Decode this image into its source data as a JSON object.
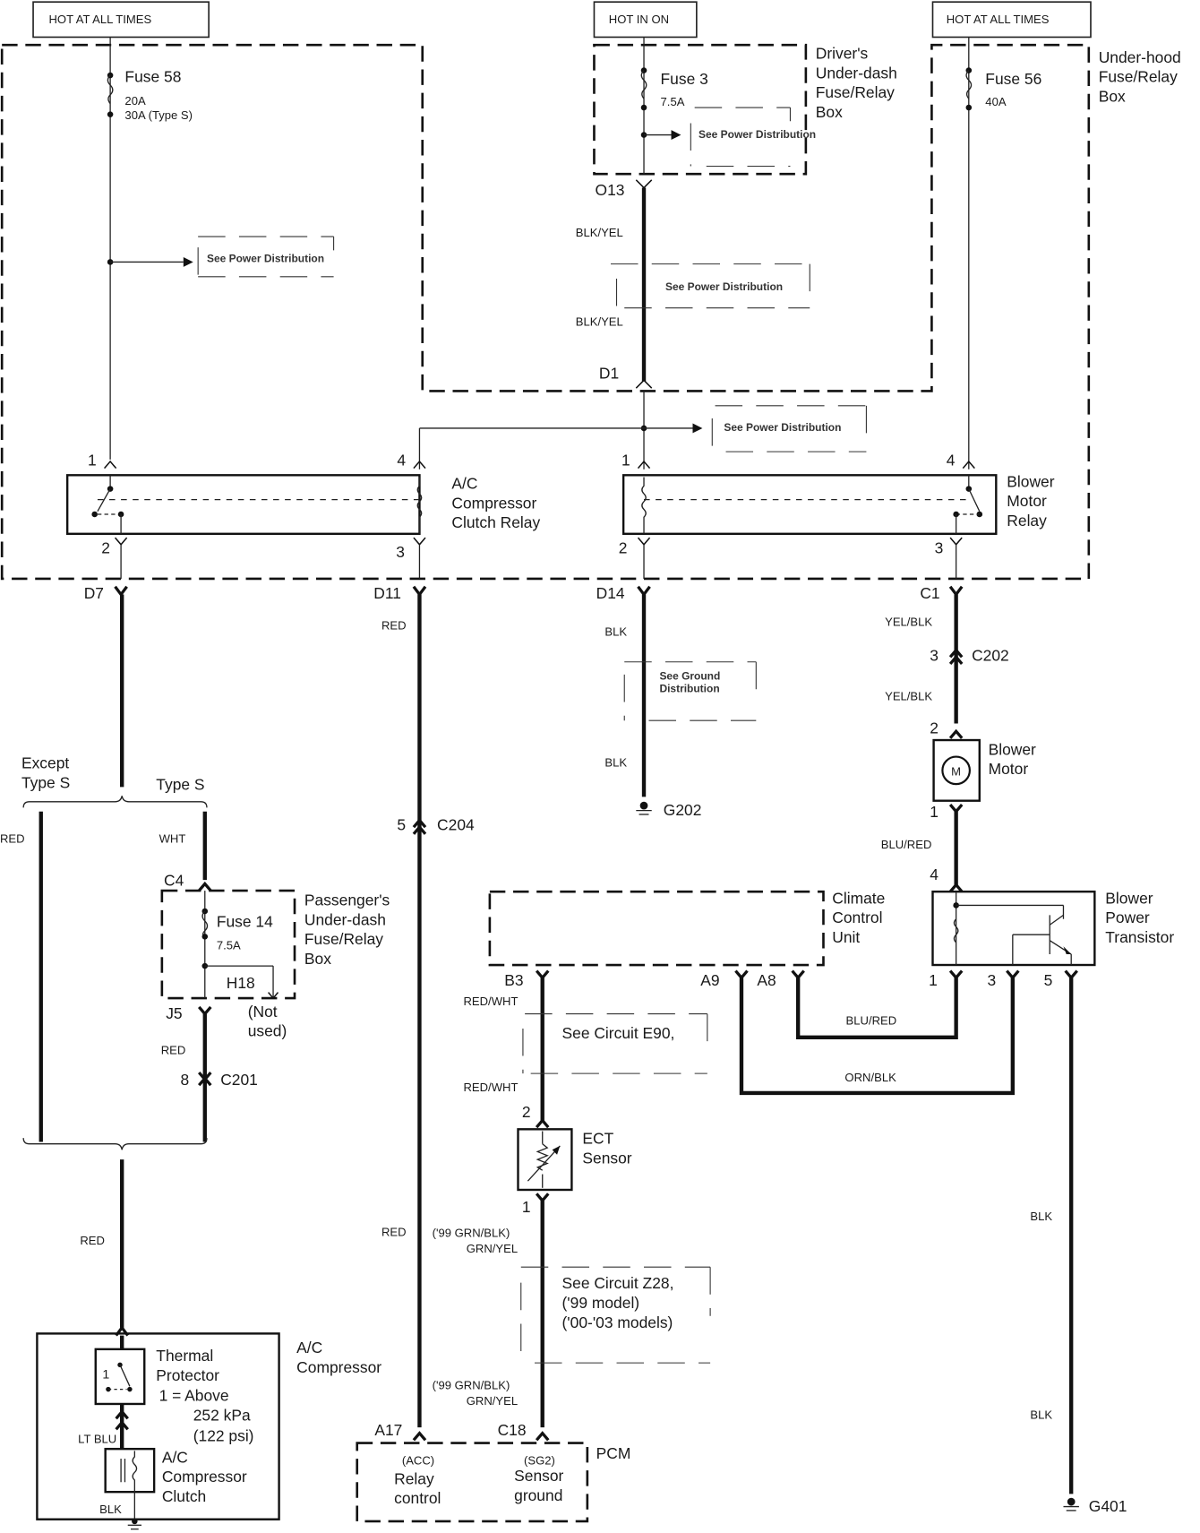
{
  "headers": {
    "left": "HOT AT ALL TIMES",
    "middle": "HOT IN ON",
    "right": "HOT AT ALL TIMES"
  },
  "boxes": {
    "underhood": "Under-hood\nFuse/Relay\nBox",
    "driver_underdash": "Driver's\nUnder-dash\nFuse/Relay\nBox",
    "passenger_underdash": "Passenger's\nUnder-dash\nFuse/Relay\nBox",
    "climate_control_unit": "Climate\nControl\nUnit",
    "pcm": "PCM"
  },
  "fuses": {
    "fuse58": {
      "name": "Fuse 58",
      "rating": "20A",
      "rating_alt": "30A (Type S)"
    },
    "fuse3": {
      "name": "Fuse 3",
      "rating": "7.5A"
    },
    "fuse56": {
      "name": "Fuse 56",
      "rating": "40A"
    },
    "fuse14": {
      "name": "Fuse 14",
      "rating": "7.5A"
    }
  },
  "references": {
    "power_distribution": "See Power Distribution",
    "ground_distribution": "See Ground\nDistribution",
    "circuit_e90": "See Circuit E90,",
    "circuit_z28": "See Circuit Z28,\n('99 model)\n('00-'03 models)"
  },
  "components": {
    "ac_relay": "A/C\nCompressor\nClutch Relay",
    "blower_relay": "Blower\nMotor\nRelay",
    "blower_motor": "Blower\nMotor",
    "motor_symbol": "M",
    "blower_transistor": "Blower\nPower\nTransistor",
    "ect_sensor": "ECT\nSensor",
    "ac_compressor": "A/C\nCompressor",
    "thermal_protector": "Thermal\nProtector",
    "thermal_note_1": "1 =  Above",
    "thermal_note_2": "252 kPa",
    "thermal_note_3": "(122 psi)",
    "thermal_contact": "1",
    "ac_clutch": "A/C\nCompressor\nClutch",
    "pcm_acc_code": "(ACC)",
    "pcm_acc_label": "Relay\ncontrol",
    "pcm_sg2_code": "(SG2)",
    "pcm_sg2_label": "Sensor\nground"
  },
  "variants": {
    "except_type_s": "Except\nType S",
    "type_s": "Type S",
    "not_used": "(Not\nused)"
  },
  "terminals": {
    "ac_relay_1": "1",
    "ac_relay_2": "2",
    "ac_relay_3": "3",
    "ac_relay_4": "4",
    "bm_relay_1": "1",
    "bm_relay_2": "2",
    "bm_relay_3": "3",
    "bm_relay_4": "4",
    "d7": "D7",
    "d11": "D11",
    "d14": "D14",
    "c1": "C1",
    "o13": "O13",
    "d1": "D1",
    "c202_pin": "3",
    "c202": "C202",
    "motor_2": "2",
    "motor_1": "1",
    "bpt_4": "4",
    "bpt_1": "1",
    "bpt_3": "3",
    "bpt_5": "5",
    "c204_pin": "5",
    "c204": "C204",
    "c4": "C4",
    "j5": "J5",
    "h18": "H18",
    "c201_pin": "8",
    "c201": "C201",
    "b3": "B3",
    "a9": "A9",
    "a8": "A8",
    "ect_2": "2",
    "ect_1": "1",
    "a17": "A17",
    "c18": "C18",
    "g202": "G202",
    "g401": "G401"
  },
  "wire_colors": {
    "blk_yel": "BLK/YEL",
    "red": "RED",
    "wht": "WHT",
    "blk": "BLK",
    "yel_blk": "YEL/BLK",
    "blu_red": "BLU/RED",
    "orn_blk": "ORN/BLK",
    "red_wht": "RED/WHT",
    "grn_blk_99": "('99 GRN/BLK)",
    "grn_yel": "GRN/YEL",
    "lt_blu": "LT BLU"
  }
}
